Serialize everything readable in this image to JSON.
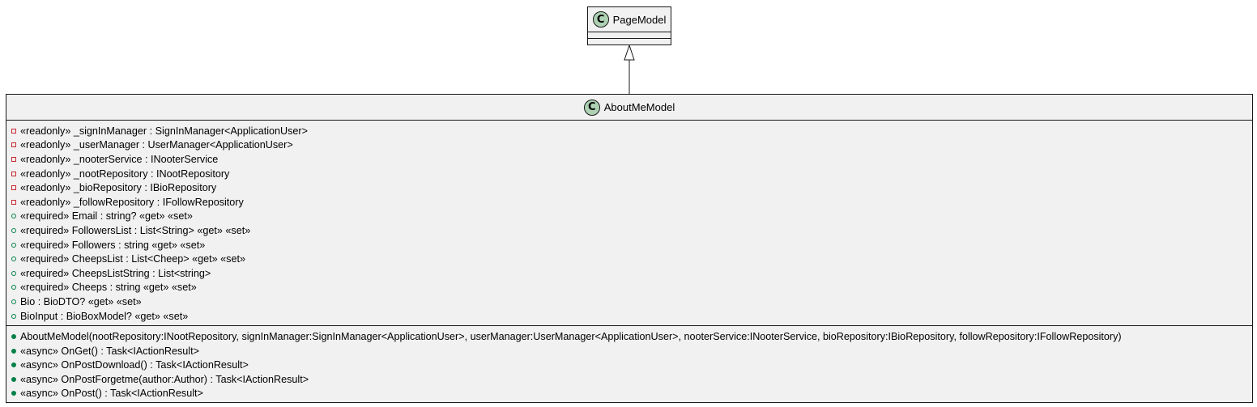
{
  "diagram": {
    "parent_class": {
      "name": "PageModel",
      "stereotype_letter": "C"
    },
    "child_class": {
      "name": "AboutMeModel",
      "stereotype_letter": "C",
      "fields": [
        {
          "visibility": "private",
          "text": "«readonly» _signInManager : SignInManager<ApplicationUser>"
        },
        {
          "visibility": "private",
          "text": "«readonly» _userManager : UserManager<ApplicationUser>"
        },
        {
          "visibility": "private",
          "text": "«readonly» _nooterService : INooterService"
        },
        {
          "visibility": "private",
          "text": "«readonly» _nootRepository : INootRepository"
        },
        {
          "visibility": "private",
          "text": "«readonly» _bioRepository : IBioRepository"
        },
        {
          "visibility": "private",
          "text": "«readonly» _followRepository : IFollowRepository"
        },
        {
          "visibility": "public",
          "text": "«required» Email : string? «get» «set»"
        },
        {
          "visibility": "public",
          "text": "«required» FollowersList : List<String> «get» «set»"
        },
        {
          "visibility": "public",
          "text": "«required» Followers : string «get» «set»"
        },
        {
          "visibility": "public",
          "text": "«required» CheepsList : List<Cheep> «get» «set»"
        },
        {
          "visibility": "public",
          "text": "«required» CheepsListString : List<string>"
        },
        {
          "visibility": "public",
          "text": "«required» Cheeps : string «get» «set»"
        },
        {
          "visibility": "public",
          "text": "Bio : BioDTO? «get» «set»"
        },
        {
          "visibility": "public",
          "text": "BioInput : BioBoxModel? «get» «set»"
        }
      ],
      "methods": [
        {
          "visibility": "public",
          "text": "AboutMeModel(nootRepository:INootRepository, signInManager:SignInManager<ApplicationUser>, userManager:UserManager<ApplicationUser>, nooterService:INooterService, bioRepository:IBioRepository, followRepository:IFollowRepository)"
        },
        {
          "visibility": "public",
          "text": "«async» OnGet() : Task<IActionResult>"
        },
        {
          "visibility": "public",
          "text": "«async» OnPostDownload() : Task<IActionResult>"
        },
        {
          "visibility": "public",
          "text": "«async» OnPostForgetme(author:Author) : Task<IActionResult>"
        },
        {
          "visibility": "public",
          "text": "«async» OnPost() : Task<IActionResult>"
        }
      ]
    },
    "relationship": "inheritance",
    "colors": {
      "class_fill": "#f1f1f1",
      "border": "#181818",
      "class_icon": "#add1b2",
      "private_marker": "#c82930",
      "public_marker": "#038048"
    }
  }
}
